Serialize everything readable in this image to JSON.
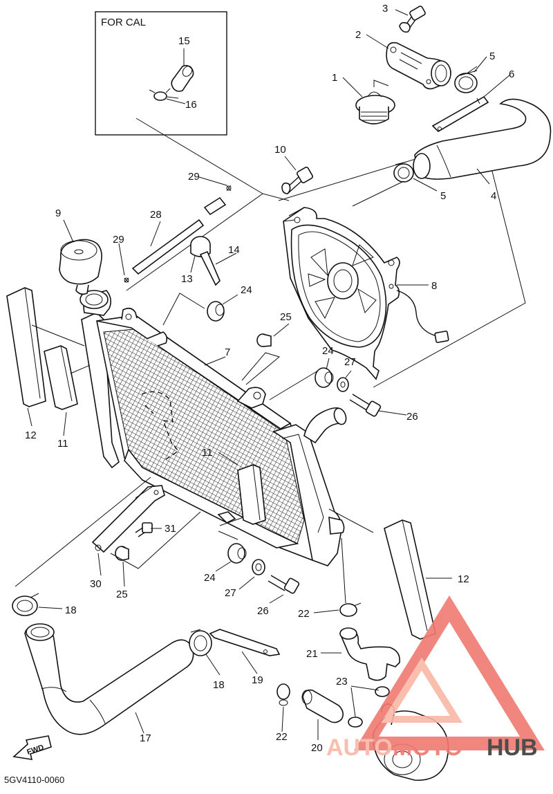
{
  "inset": {
    "title": "FOR CAL"
  },
  "drawing_code": "5GV4110-0060",
  "fwd_label": "FWD",
  "watermark": {
    "word_left": "AUTO",
    "word_mid": "MOTO",
    "word_right": "HUB",
    "color_primary": "#f07a72",
    "color_secondary": "#f9b7a6",
    "color_dark": "#3a3a3a"
  },
  "callouts": [
    {
      "num": "1"
    },
    {
      "num": "2"
    },
    {
      "num": "3"
    },
    {
      "num": "4"
    },
    {
      "num": "5"
    },
    {
      "num": "5"
    },
    {
      "num": "6"
    },
    {
      "num": "7"
    },
    {
      "num": "8"
    },
    {
      "num": "9"
    },
    {
      "num": "10"
    },
    {
      "num": "11"
    },
    {
      "num": "11"
    },
    {
      "num": "12"
    },
    {
      "num": "12"
    },
    {
      "num": "13"
    },
    {
      "num": "14"
    },
    {
      "num": "15"
    },
    {
      "num": "16"
    },
    {
      "num": "17"
    },
    {
      "num": "18"
    },
    {
      "num": "18"
    },
    {
      "num": "19"
    },
    {
      "num": "20"
    },
    {
      "num": "21"
    },
    {
      "num": "22"
    },
    {
      "num": "22"
    },
    {
      "num": "23"
    },
    {
      "num": "24"
    },
    {
      "num": "24"
    },
    {
      "num": "24"
    },
    {
      "num": "25"
    },
    {
      "num": "25"
    },
    {
      "num": "26"
    },
    {
      "num": "26"
    },
    {
      "num": "27"
    },
    {
      "num": "27"
    },
    {
      "num": "28"
    },
    {
      "num": "29"
    },
    {
      "num": "29"
    },
    {
      "num": "30"
    },
    {
      "num": "31"
    }
  ]
}
